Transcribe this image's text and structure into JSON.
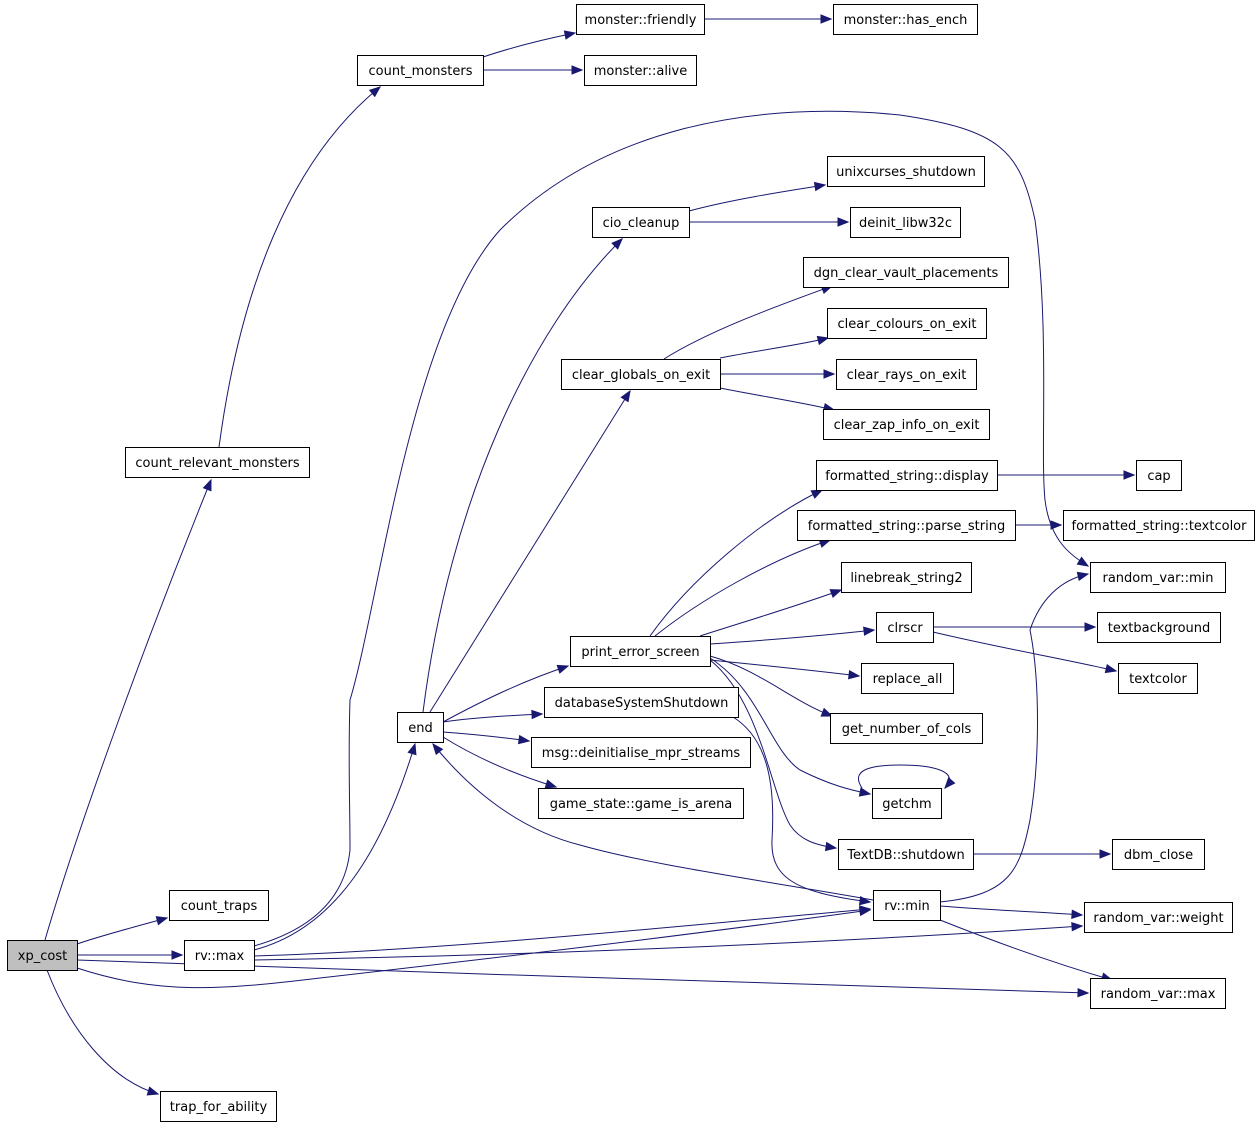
{
  "graph": {
    "colors": {
      "edge": "#191970",
      "node_border": "#000000",
      "root_fill": "#bfbfbf",
      "node_fill": "#ffffff"
    },
    "nodes": {
      "xp_cost": "xp_cost",
      "count_relevant_monsters": "count_relevant_monsters",
      "count_traps": "count_traps",
      "rv_max": "rv::max",
      "trap_for_ability": "trap_for_ability",
      "count_monsters": "count_monsters",
      "monster_friendly": "monster::friendly",
      "monster_has_ench": "monster::has_ench",
      "monster_alive": "monster::alive",
      "end": "end",
      "cio_cleanup": "cio_cleanup",
      "unixcurses_shutdown": "unixcurses_shutdown",
      "deinit_libw32c": "deinit_libw32c",
      "clear_globals_on_exit": "clear_globals_on_exit",
      "dgn_clear_vault_placements": "dgn_clear_vault_placements",
      "clear_colours_on_exit": "clear_colours_on_exit",
      "clear_rays_on_exit": "clear_rays_on_exit",
      "clear_zap_info_on_exit": "clear_zap_info_on_exit",
      "print_error_screen": "print_error_screen",
      "formatted_string_display": "formatted_string::display",
      "cap": "cap",
      "formatted_string_parse_string": "formatted_string::parse_string",
      "formatted_string_textcolor": "formatted_string::textcolor",
      "linebreak_string2": "linebreak_string2",
      "clrscr": "clrscr",
      "textbackground": "textbackground",
      "textcolor": "textcolor",
      "replace_all": "replace_all",
      "get_number_of_cols": "get_number_of_cols",
      "getchm": "getchm",
      "textdb_shutdown": "TextDB::shutdown",
      "dbm_close": "dbm_close",
      "database_system_shutdown": "databaseSystemShutdown",
      "msg_deinitialise_mpr_streams": "msg::deinitialise_mpr_streams",
      "game_state_game_is_arena": "game_state::game_is_arena",
      "rv_min": "rv::min",
      "random_var_min": "random_var::min",
      "random_var_weight": "random_var::weight",
      "random_var_max": "random_var::max"
    }
  }
}
